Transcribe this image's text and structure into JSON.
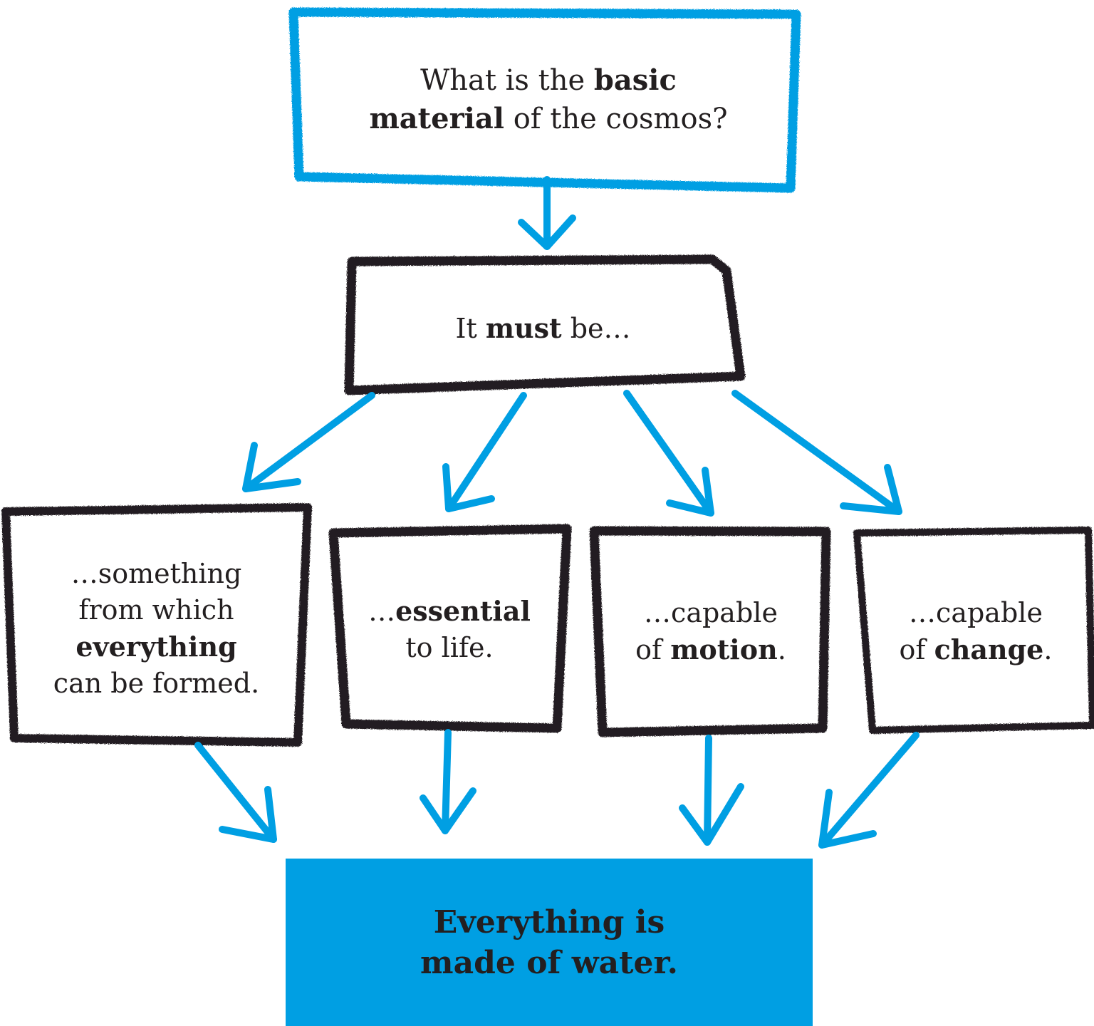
{
  "colors": {
    "accent": "#009fe3",
    "ink": "#231f20",
    "background": "#ffffff"
  },
  "nodes": {
    "question": {
      "line1": {
        "pre": "What is the ",
        "bold": "basic"
      },
      "line2": {
        "bold": "material",
        "post": " of the cosmos?"
      }
    },
    "must": {
      "pre": "It ",
      "bold": "must",
      "post": " be…"
    },
    "criteria": [
      {
        "line1": "…something",
        "line2": "from which",
        "line3_bold": "everything",
        "line4": "can be formed."
      },
      {
        "line1_pre": "…",
        "line1_bold": "essential",
        "line2": "to life."
      },
      {
        "line1": "…capable",
        "line2_pre": "of ",
        "line2_bold": "motion",
        "line2_post": "."
      },
      {
        "line1": "…capable",
        "line2_pre": "of ",
        "line2_bold": "change",
        "line2_post": "."
      }
    ],
    "answer": {
      "line1": "Everything is",
      "line2": "made of water."
    }
  }
}
